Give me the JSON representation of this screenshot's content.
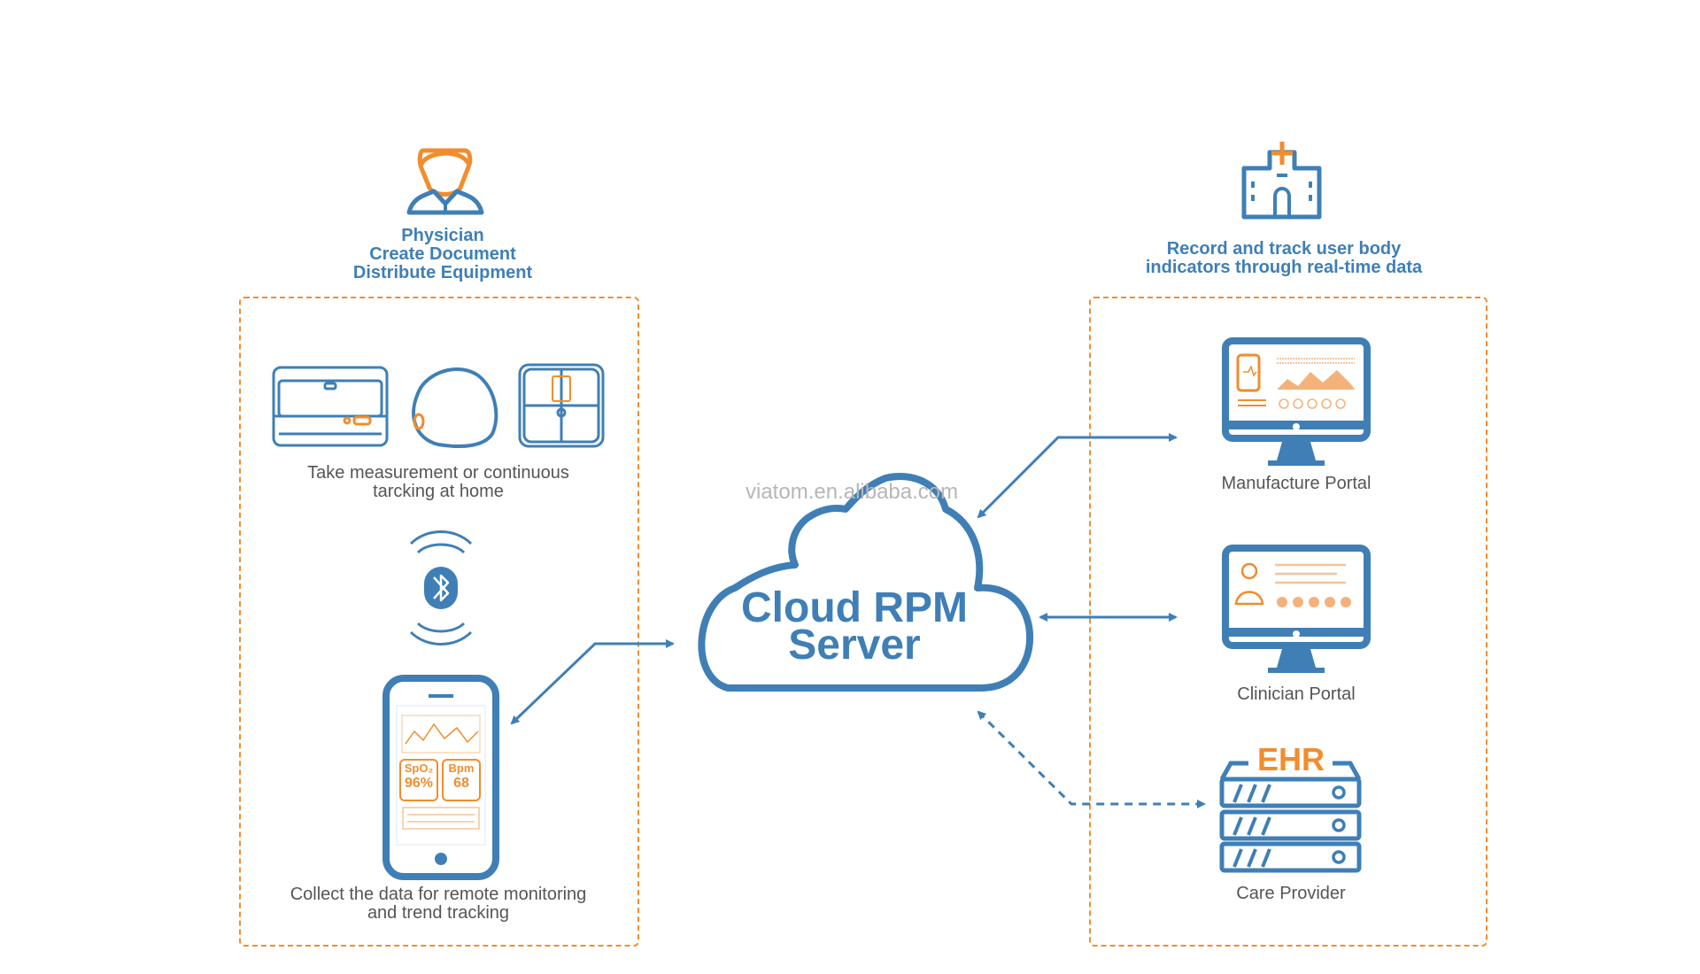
{
  "physician": {
    "lines": [
      "Physician",
      "Create Document",
      "Distribute Equipment"
    ]
  },
  "record": {
    "lines": [
      "Record and track user body",
      "indicators through real-time data"
    ]
  },
  "left_box": {
    "measure_caption": [
      "Take measurement or continuous",
      "tarcking at home"
    ],
    "collect_caption": [
      "Collect the data for remote monitoring",
      "and trend tracking"
    ],
    "phone": {
      "spo2_label": "SpO₂",
      "spo2_value": "96%",
      "bpm_label": "Bpm",
      "bpm_value": "68"
    }
  },
  "cloud": {
    "lines": [
      "Cloud RPM",
      "Server"
    ]
  },
  "watermark": "viatom.en.alibaba.com",
  "right_box": {
    "manufacture_label": "Manufacture Portal",
    "clinician_label": "Clinician Portal",
    "ehr_badge": "EHR",
    "care_label": "Care Provider"
  },
  "icons": {
    "physician": "doctor-icon",
    "hospital": "hospital-icon",
    "bp_monitor": "blood-pressure-monitor-icon",
    "oximeter": "oximeter-icon",
    "scale": "body-scale-icon",
    "bluetooth": "bluetooth-icon",
    "phone": "smartphone-icon",
    "monitor_manufacture": "desktop-monitor-icon",
    "monitor_clinician": "desktop-monitor-icon",
    "server": "server-rack-icon"
  },
  "colors": {
    "blue": "#3f7fb6",
    "orange": "#f08d2e",
    "grey_text": "#555555"
  }
}
